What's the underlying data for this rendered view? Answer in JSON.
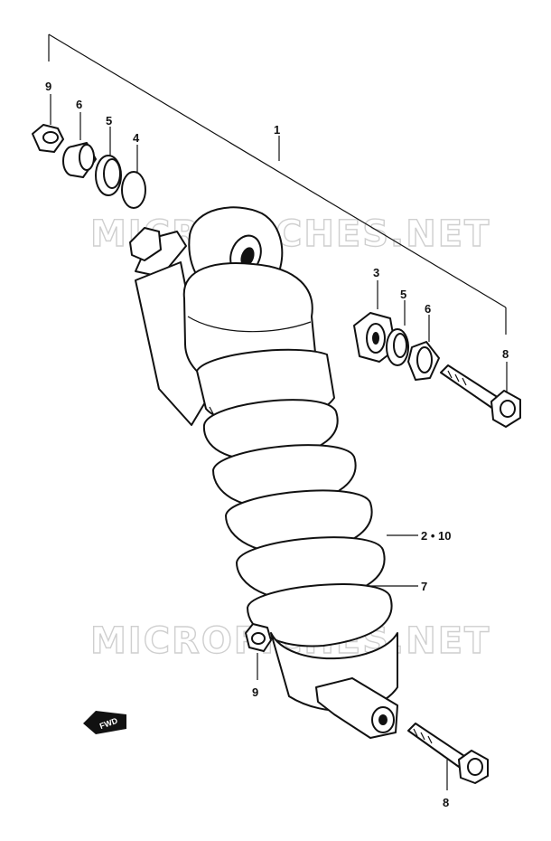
{
  "callouts": {
    "c1": "1",
    "c2_10": "2 • 10",
    "c3": "3",
    "c4": "4",
    "c5_left": "5",
    "c5_right": "5",
    "c6_left": "6",
    "c6_right": "6",
    "c7": "7",
    "c8_right": "8",
    "c8_bottom": "8",
    "c9_top": "9",
    "c9_bottom": "9"
  },
  "watermark": "MICROFICHES.NET",
  "fwd_label": "FWD",
  "icons": [
    "forward-arrow-icon"
  ]
}
